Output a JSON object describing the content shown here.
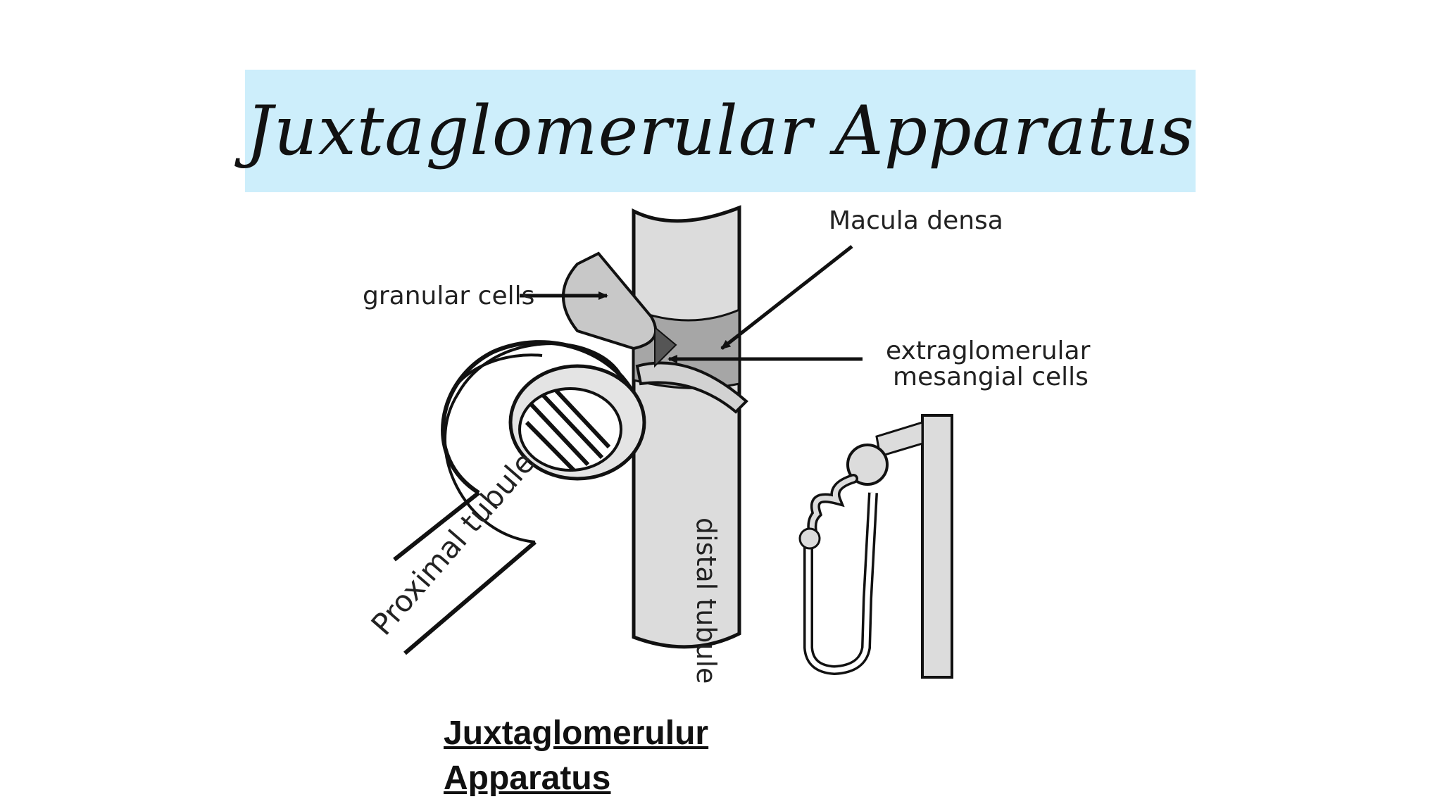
{
  "title": "Juxtaglomerular Apparatus",
  "labels": {
    "macula_densa": "Macula densa",
    "granular_cells": "granular cells",
    "extraglomerular_line1": "extraglomerular",
    "extraglomerular_line2": "mesangial cells",
    "proximal_tubule": "Proximal tubule",
    "distal_tubule": "distal tubule"
  },
  "caption": {
    "line1": "Juxtaglomerulur",
    "line2": "Apparatus"
  }
}
